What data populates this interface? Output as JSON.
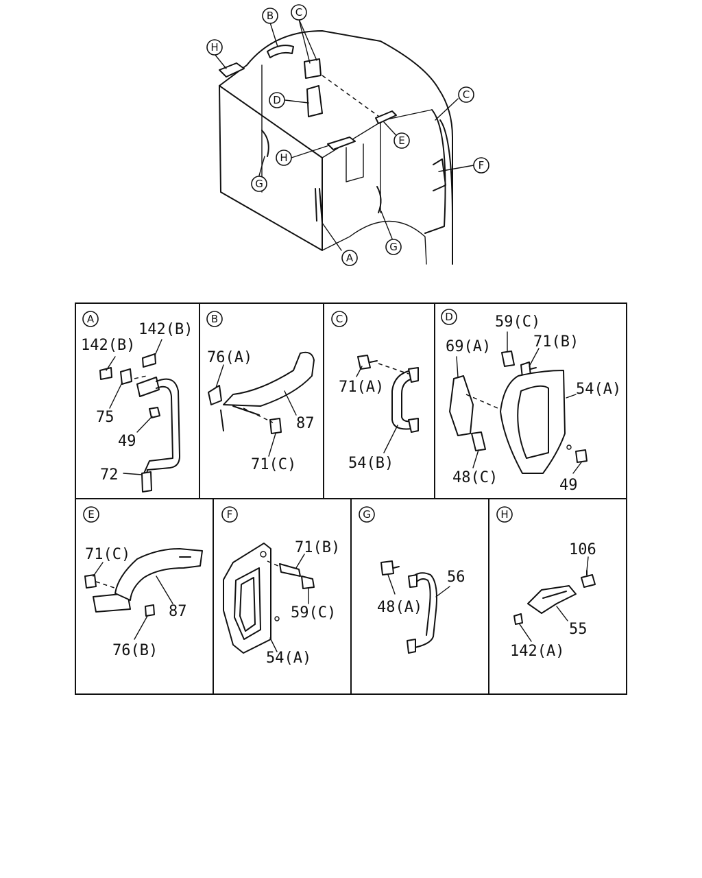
{
  "overview": {
    "callouts": [
      "H",
      "B",
      "C",
      "D",
      "C",
      "E",
      "H",
      "F",
      "G",
      "G",
      "A"
    ]
  },
  "panels": [
    {
      "key": "A",
      "labels": [
        "142(B)",
        "142(B)",
        "75",
        "49",
        "72"
      ]
    },
    {
      "key": "B",
      "labels": [
        "76(A)",
        "87",
        "71(C)"
      ]
    },
    {
      "key": "C",
      "labels": [
        "71(A)",
        "54(B)"
      ]
    },
    {
      "key": "D",
      "labels": [
        "59(C)",
        "69(A)",
        "71(B)",
        "54(A)",
        "48(C)",
        "49"
      ]
    },
    {
      "key": "E",
      "labels": [
        "71(C)",
        "87",
        "76(B)"
      ]
    },
    {
      "key": "F",
      "labels": [
        "71(B)",
        "59(C)",
        "54(A)"
      ]
    },
    {
      "key": "G",
      "labels": [
        "48(A)",
        "56"
      ]
    },
    {
      "key": "H",
      "labels": [
        "106",
        "55",
        "142(A)"
      ]
    }
  ]
}
